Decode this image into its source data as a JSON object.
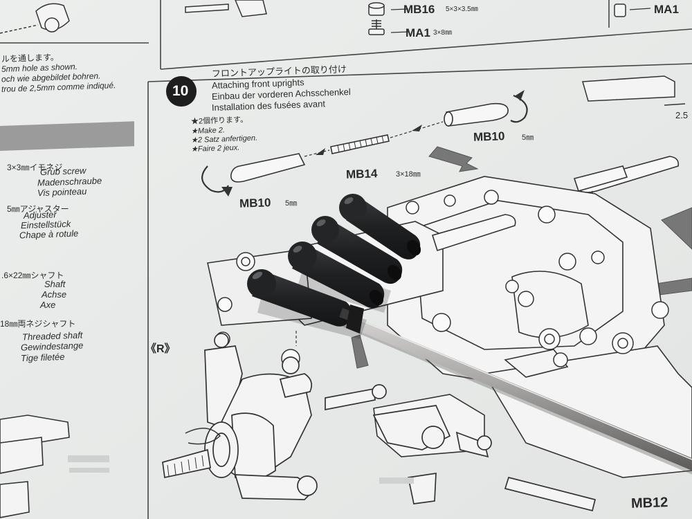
{
  "step": {
    "number": "10",
    "title_jp": "フロントアップライトの取り付け",
    "title_en": "Attaching front uprights",
    "title_de": "Einbau der vorderen Achsschenkel",
    "title_fr": "Installation des fusées avant",
    "note_jp": "★2個作ります。",
    "note_en": "★Make 2.",
    "note_de": "★2 Satz anfertigen.",
    "note_fr": "★Faire 2 jeux."
  },
  "top_labels": {
    "mb16": "MB16",
    "mb16_size": "5×3×3.5㎜",
    "ma1": "MA1",
    "ma1_size": "3×8㎜",
    "ma1_right": "MA1",
    "dim_right": "2.5"
  },
  "left_top_text": {
    "jp": "ルを通します。",
    "en": "5mm hole as shown.",
    "de": "och wie abgebildet bohren.",
    "fr": "trou de 2,5mm comme indiqué."
  },
  "parts_list": [
    {
      "size": "3×3㎜イモネジ",
      "en": "Grub screw",
      "de": "Madenschraube",
      "fr": "Vis pointeau"
    },
    {
      "size": "5㎜アジャスター",
      "en": "Adjuster",
      "de": "Einstellstück",
      "fr": "Chape à rotule"
    },
    {
      "size": ".6×22㎜シャフト",
      "en": "Shaft",
      "de": "Achse",
      "fr": "Axe"
    },
    {
      "size": "18㎜両ネジシャフト",
      "en": "Threaded shaft",
      "de": "Gewindestange",
      "fr": "Tige filetée"
    }
  ],
  "diagram_labels": {
    "mb10_top": "MB10",
    "mb10_top_size": "5㎜",
    "mb14": "MB14",
    "mb14_size": "3×18㎜",
    "mb10_left": "MB10",
    "mb10_left_size": "5㎜",
    "side_r": "《R》",
    "mb12": "MB12"
  },
  "colors": {
    "paper": "#e9ebea",
    "ink": "#2a2a2a",
    "rubber": "#1e1f21",
    "steel": "#9a9898",
    "banner": "#9b9b9b"
  },
  "objects": [
    "ball-end-adjuster",
    "steel-shaft"
  ]
}
